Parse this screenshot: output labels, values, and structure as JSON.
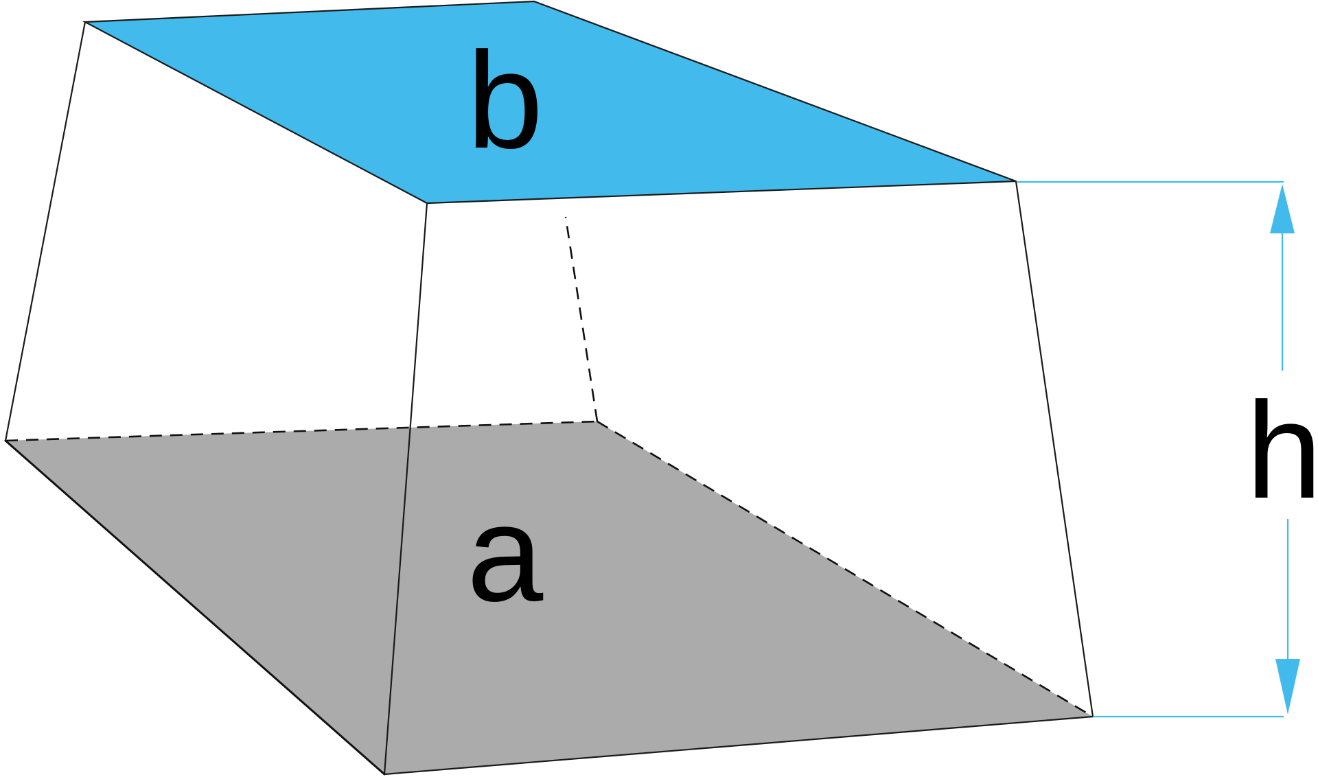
{
  "labels": {
    "top_face": "b",
    "bottom_face": "a",
    "height": "h"
  },
  "colors": {
    "top_face": "#42BBEC",
    "bottom_face": "#ABABAB",
    "dimension": "#42BBEC",
    "edges": "#1a1a1a"
  }
}
